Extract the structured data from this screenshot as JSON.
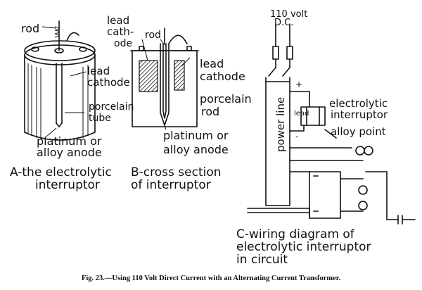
{
  "panel_a": {
    "label_rod": "rod",
    "label_lead_1": "lead",
    "label_lead_2": "cathode",
    "label_porc_1": "porcelain",
    "label_porc_2": "tube",
    "label_plat_1": "platinum or",
    "label_plat_2": "alloy anode",
    "caption_1": "A-the electrolytic",
    "caption_2": "interruptor"
  },
  "panel_b": {
    "label_lead_1": "lead",
    "label_lead_2": "cath-",
    "label_lead_3": "ode",
    "label_rod": "rod",
    "label_lead_r1": "lead",
    "label_lead_r2": "cathode",
    "label_porc_1": "porcelain",
    "label_porc_2": "rod",
    "label_plat_1": "platinum or",
    "label_plat_2": "alloy anode",
    "caption_1": "B-cross section",
    "caption_2": "of interruptor"
  },
  "panel_c": {
    "label_volt": "110 volt",
    "label_dc": "D.C.",
    "label_plus": "+",
    "label_minus": "-",
    "label_power_line": "power line",
    "label_lead": "lead",
    "label_elec_1": "electrolytic",
    "label_elec_2": "interruptor",
    "label_alloy": "alloy point",
    "caption_1": "C-wiring diagram of",
    "caption_2": "electrolytic interruptor",
    "caption_3": "in circuit"
  },
  "figure_caption": "Fig. 23.—Using 110 Volt Direct Current with an Alternating Current Transformer."
}
